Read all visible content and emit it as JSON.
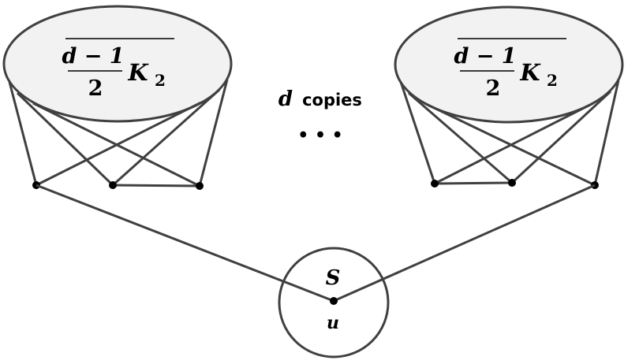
{
  "left_group": {
    "numerator": "d − 1",
    "denominator": "2",
    "graph": "K",
    "subscript": "2"
  },
  "right_group": {
    "numerator": "d − 1",
    "denominator": "2",
    "graph": "K",
    "subscript": "2"
  },
  "copies_label": {
    "variable": "d",
    "text": "copies"
  },
  "ellipsis": "• • •",
  "hub": {
    "set_label": "S",
    "vertex_label": "u"
  }
}
